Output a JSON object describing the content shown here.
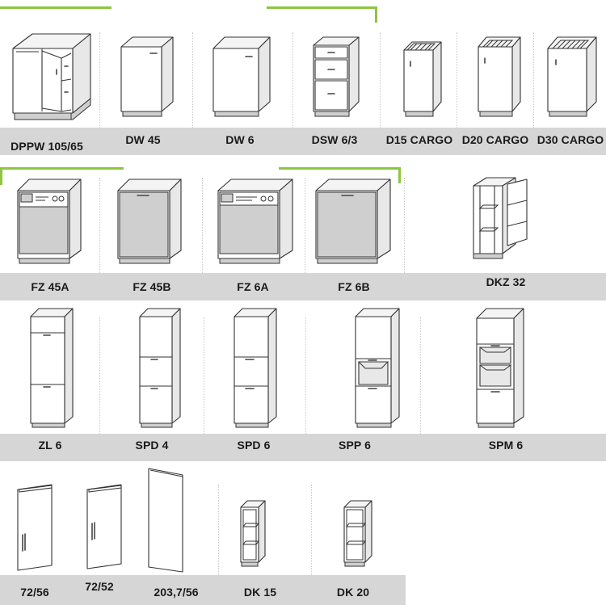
{
  "rows": [
    {
      "items": [
        {
          "id": "dppw",
          "label": "DPPW 105/65"
        },
        {
          "id": "dw45",
          "label": "DW 45"
        },
        {
          "id": "dw6",
          "label": "DW 6"
        },
        {
          "id": "dsw63",
          "label": "DSW 6/3"
        },
        {
          "id": "d15",
          "label": "D15 CARGO"
        },
        {
          "id": "d20",
          "label": "D20 CARGO"
        },
        {
          "id": "d30",
          "label": "D30 CARGO"
        }
      ]
    },
    {
      "items": [
        {
          "id": "fz45a",
          "label": "FZ 45A"
        },
        {
          "id": "fz45b",
          "label": "FZ 45B"
        },
        {
          "id": "fz6a",
          "label": "FZ 6A"
        },
        {
          "id": "fz6b",
          "label": "FZ 6B"
        },
        {
          "id": "dkz32",
          "label": "DKZ 32"
        }
      ]
    },
    {
      "items": [
        {
          "id": "zl6",
          "label": "ZL 6"
        },
        {
          "id": "spd4",
          "label": "SPD 4"
        },
        {
          "id": "spd6",
          "label": "SPD 6"
        },
        {
          "id": "spp6",
          "label": "SPP 6"
        },
        {
          "id": "spm6",
          "label": "SPM 6"
        }
      ]
    },
    {
      "items": [
        {
          "id": "f7256",
          "label": "72/56"
        },
        {
          "id": "f7252",
          "label": "72/52"
        },
        {
          "id": "f20356",
          "label": "203,7/56"
        },
        {
          "id": "dk15",
          "label": "DK 15"
        },
        {
          "id": "dk20",
          "label": "DK 20"
        }
      ]
    }
  ],
  "colors": {
    "accent_green": "#8dc63f",
    "label_band": "#d6d6d6"
  }
}
